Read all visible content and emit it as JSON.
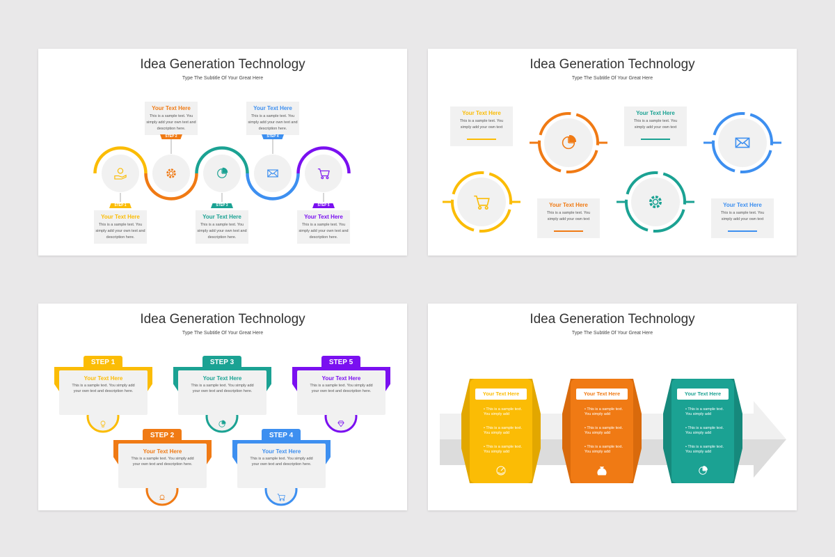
{
  "colors": {
    "yellow": "#fbbc05",
    "orange": "#f07a14",
    "teal": "#1ba293",
    "blue": "#3d8ff0",
    "purple": "#7a10f0",
    "gray": "#f1f1f1"
  },
  "slides": [
    {
      "title": "Idea Generation Technology",
      "subtitle": "Type The Subtitle Of Your Great Here",
      "steps": [
        {
          "label": "STEP 1",
          "heading": "Your Text Here",
          "body": "This is a sample text. You simply add your own text and description here.",
          "icon": "money-hand-icon",
          "color": "yellow"
        },
        {
          "label": "STEP 2",
          "heading": "Your Text Here",
          "body": "This is a sample text. You simply add your own text and description here.",
          "icon": "gear-icon",
          "color": "orange"
        },
        {
          "label": "STEP 3",
          "heading": "Your Text Here",
          "body": "This is a sample text. You simply add your own text and description here.",
          "icon": "pie-chart-icon",
          "color": "teal"
        },
        {
          "label": "STEP 4",
          "heading": "Your Text Here",
          "body": "This is a sample text. You simply add your own text and description here.",
          "icon": "envelope-icon",
          "color": "blue"
        },
        {
          "label": "STEP 5",
          "heading": "Your Text Here",
          "body": "This is a sample text. You simply add your own text and description here.",
          "icon": "cart-icon",
          "color": "purple"
        }
      ]
    },
    {
      "title": "Idea Generation Technology",
      "subtitle": "Type The Subtitle Of Your Great Here",
      "items": [
        {
          "heading": "Your Text Here",
          "body": "This is a sample text. You simply add your own text",
          "color": "yellow",
          "icon": "cart-icon"
        },
        {
          "heading": "Your Text Here",
          "body": "This is a sample text. You simply add your own text",
          "color": "orange",
          "icon": "pie-chart-icon"
        },
        {
          "heading": "Your Text Here",
          "body": "This is a sample text. You simply add your own text",
          "color": "teal",
          "icon": "gear-icon"
        },
        {
          "heading": "Your Text Here",
          "body": "This is a sample text. You simply add your own text",
          "color": "blue",
          "icon": "envelope-icon"
        }
      ]
    },
    {
      "title": "Idea Generation Technology",
      "subtitle": "Type The Subtitle Of Your Great Here",
      "steps": [
        {
          "label": "STEP 1",
          "heading": "Your Text Here",
          "body": "This is a sample text. You simply add your own text and description here.",
          "color": "yellow",
          "icon": "lightbulb-icon"
        },
        {
          "label": "STEP 2",
          "heading": "Your Text Here",
          "body": "This is a sample text. You simply add your own text and description here.",
          "color": "orange",
          "icon": "strength-icon"
        },
        {
          "label": "STEP 3",
          "heading": "Your Text Here",
          "body": "This is a sample text. You simply add your own text and description here.",
          "color": "teal",
          "icon": "pie-chart-icon"
        },
        {
          "label": "STEP 4",
          "heading": "Your Text Here",
          "body": "This is a sample text. You simply add your own text and description here.",
          "color": "blue",
          "icon": "cart-icon"
        },
        {
          "label": "STEP 5",
          "heading": "Your Text Here",
          "body": "This is a sample text. You simply add your own text and description here.",
          "color": "purple",
          "icon": "diamond-icon"
        }
      ]
    },
    {
      "title": "Idea Generation Technology",
      "subtitle": "Type The Subtitle Of Your Great Here",
      "cards": [
        {
          "heading": "Your Text Here",
          "bullets": [
            "This is a sample text. You simply add",
            "This is a sample text. You simply add",
            "This is a sample text. You simply add"
          ],
          "color": "yellow",
          "icon": "speedometer-icon"
        },
        {
          "heading": "Your Text Here",
          "bullets": [
            "This is a sample text. You simply add",
            "This is a sample text. You simply add",
            "This is a sample text. You simply add"
          ],
          "color": "orange",
          "icon": "money-bag-icon"
        },
        {
          "heading": "Your Text Here",
          "bullets": [
            "This is a sample text. You simply add",
            "This is a sample text. You simply add",
            "This is a sample text. You simply add"
          ],
          "color": "teal",
          "icon": "pie-chart-icon"
        }
      ]
    }
  ]
}
